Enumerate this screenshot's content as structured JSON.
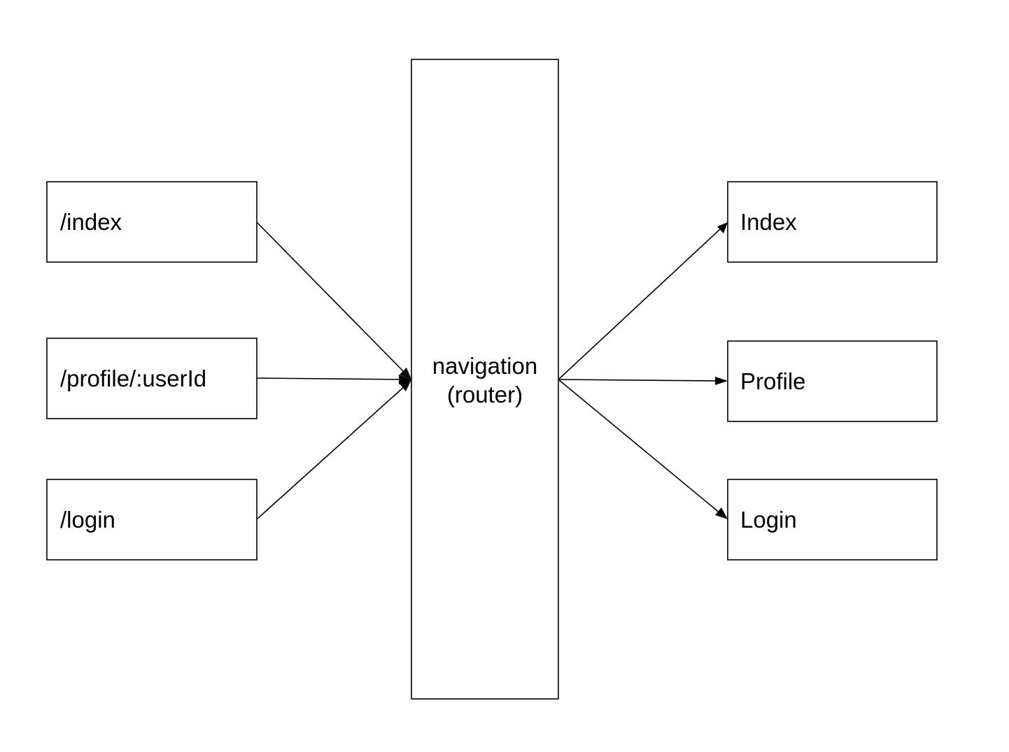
{
  "diagram": {
    "routes": [
      {
        "id": "route-index",
        "label": "/index"
      },
      {
        "id": "route-profile",
        "label": "/profile/:userId"
      },
      {
        "id": "route-login",
        "label": "/login"
      }
    ],
    "router": {
      "id": "router",
      "line1": "navigation",
      "line2": "(router)"
    },
    "screens": [
      {
        "id": "screen-index",
        "label": "Index"
      },
      {
        "id": "screen-profile",
        "label": "Profile"
      },
      {
        "id": "screen-login",
        "label": "Login"
      }
    ],
    "edges": [
      {
        "from": "route-index",
        "to": "router"
      },
      {
        "from": "route-profile",
        "to": "router"
      },
      {
        "from": "route-login",
        "to": "router"
      },
      {
        "from": "router",
        "to": "screen-index"
      },
      {
        "from": "router",
        "to": "screen-profile"
      },
      {
        "from": "router",
        "to": "screen-login"
      }
    ],
    "colors": {
      "stroke": "#000000",
      "fill": "#ffffff",
      "text": "#000000"
    }
  }
}
